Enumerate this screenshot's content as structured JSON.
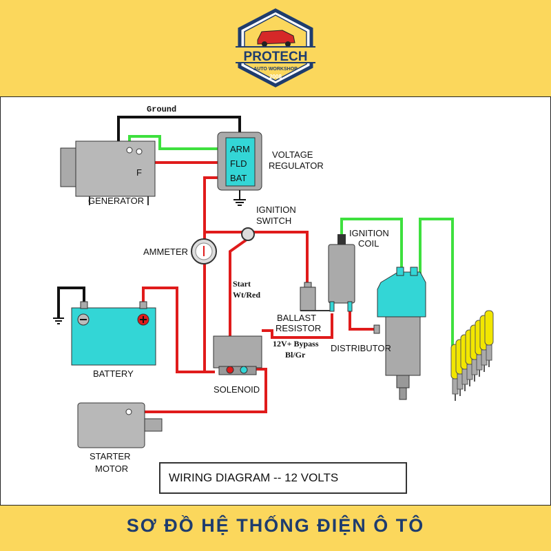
{
  "logo": {
    "brand": "PROTECH",
    "subtitle": "AUTO WORKSHOP",
    "year": "2008"
  },
  "diagram": {
    "ground_label": "Ground",
    "generator": {
      "label": "GENERATOR",
      "terminal": "F"
    },
    "regulator": {
      "terminals": [
        "ARM",
        "FLD",
        "BAT"
      ],
      "label_line1": "VOLTAGE",
      "label_line2": "REGULATOR"
    },
    "ignition_switch": {
      "line1": "IGNITION",
      "line2": "SWITCH"
    },
    "ammeter": "AMMETER",
    "start_wire": {
      "line1": "Start",
      "line2": "Wt/Red"
    },
    "battery": "BATTERY",
    "solenoid": "SOLENOID",
    "starter": {
      "line1": "STARTER",
      "line2": "MOTOR"
    },
    "ballast": {
      "line1": "BALLAST",
      "line2": "RESISTOR"
    },
    "bypass": {
      "line1": "12V+ Bypass",
      "line2": "Bl/Gr"
    },
    "coil": {
      "line1": "IGNITION",
      "line2": "COIL"
    },
    "distributor": "DISTRIBUTOR",
    "caption": "WIRING DIAGRAM -- 12 VOLTS"
  },
  "footer_title": "SƠ ĐỒ HỆ THỐNG ĐIỆN Ô TÔ",
  "colors": {
    "yellow": "#fbd75c",
    "navy": "#1e3c6e",
    "red_wire": "#e01b1b",
    "green_wire": "#3ee03e",
    "teal": "#33d6d6"
  }
}
